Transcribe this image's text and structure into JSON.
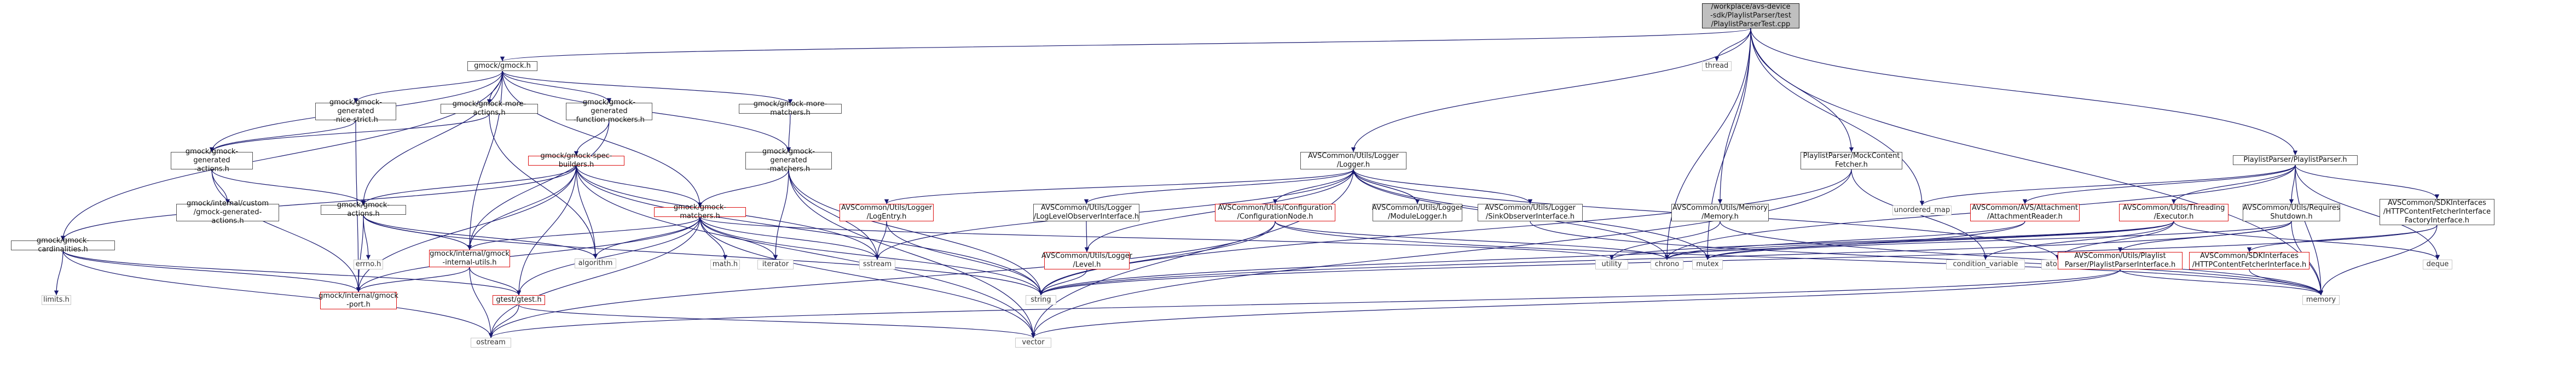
{
  "graph": {
    "nodes": [
      {
        "id": "root",
        "label": "/workplace/avs-device\n-sdk/PlaylistParser/test\n/PlaylistParserTest.cpp",
        "kind": "root"
      },
      {
        "id": "gmock",
        "label": "gmock/gmock.h",
        "kind": "normal"
      },
      {
        "id": "thread",
        "label": "thread",
        "kind": "none"
      },
      {
        "id": "gmock_nice_strict",
        "label": "gmock/gmock-generated\n-nice-strict.h",
        "kind": "normal"
      },
      {
        "id": "gmock_more_actions",
        "label": "gmock/gmock-more-actions.h",
        "kind": "normal"
      },
      {
        "id": "gmock_func_matchers",
        "label": "gmock/gmock-generated\n-function-mockers.h",
        "kind": "normal"
      },
      {
        "id": "gmock_more_matchers",
        "label": "gmock/gmock-more-matchers.h",
        "kind": "normal"
      },
      {
        "id": "gmock_gen_actions",
        "label": "gmock/gmock-generated\n-actions.h",
        "kind": "normal"
      },
      {
        "id": "gmock_spec_builders",
        "label": "gmock/gmock-spec-builders.h",
        "kind": "red"
      },
      {
        "id": "gmock_gen_matchers",
        "label": "gmock/gmock-generated\n-matchers.h",
        "kind": "normal"
      },
      {
        "id": "gmock_internal_custom_actions",
        "label": "gmock/internal/custom\n/gmock-generated-actions.h",
        "kind": "normal"
      },
      {
        "id": "gmock_actions",
        "label": "gmock/gmock-actions.h",
        "kind": "normal"
      },
      {
        "id": "gmock_matchers",
        "label": "gmock/gmock-matchers.h",
        "kind": "red"
      },
      {
        "id": "gmock_cardinalities",
        "label": "gmock/gmock-cardinalities.h",
        "kind": "normal"
      },
      {
        "id": "errno",
        "label": "errno.h",
        "kind": "none"
      },
      {
        "id": "gmock_internal_utils",
        "label": "gmock/internal/gmock\n-internal-utils.h",
        "kind": "red"
      },
      {
        "id": "algorithm",
        "label": "algorithm",
        "kind": "none"
      },
      {
        "id": "math",
        "label": "math.h",
        "kind": "none"
      },
      {
        "id": "iterator",
        "label": "iterator",
        "kind": "none"
      },
      {
        "id": "sstream",
        "label": "sstream",
        "kind": "none"
      },
      {
        "id": "limits",
        "label": "limits.h",
        "kind": "none"
      },
      {
        "id": "gmock_port",
        "label": "gmock/internal/gmock\n-port.h",
        "kind": "red"
      },
      {
        "id": "gtest",
        "label": "gtest/gtest.h",
        "kind": "red"
      },
      {
        "id": "string",
        "label": "string",
        "kind": "none"
      },
      {
        "id": "ostream",
        "label": "ostream",
        "kind": "none"
      },
      {
        "id": "vector",
        "label": "vector",
        "kind": "none"
      },
      {
        "id": "logger",
        "label": "AVSCommon/Utils/Logger\n/Logger.h",
        "kind": "normal"
      },
      {
        "id": "logentry",
        "label": "AVSCommon/Utils/Logger\n/LogEntry.h",
        "kind": "red"
      },
      {
        "id": "loglevelobserver",
        "label": "AVSCommon/Utils/Logger\n/LogLevelObserverInterface.h",
        "kind": "normal"
      },
      {
        "id": "level",
        "label": "AVSCommon/Utils/Logger\n/Level.h",
        "kind": "red"
      },
      {
        "id": "confignode",
        "label": "AVSCommon/Utils/Configuration\n/ConfigurationNode.h",
        "kind": "red"
      },
      {
        "id": "modulelogger",
        "label": "AVSCommon/Utils/Logger\n/ModuleLogger.h",
        "kind": "normal"
      },
      {
        "id": "sinkobserver",
        "label": "AVSCommon/Utils/Logger\n/SinkObserverInterface.h",
        "kind": "normal"
      },
      {
        "id": "utility",
        "label": "utility",
        "kind": "none"
      },
      {
        "id": "chrono",
        "label": "chrono",
        "kind": "none"
      },
      {
        "id": "mutex",
        "label": "mutex",
        "kind": "none"
      },
      {
        "id": "memory_util",
        "label": "AVSCommon/Utils/Memory\n/Memory.h",
        "kind": "normal"
      },
      {
        "id": "mockcontentfetcher",
        "label": "PlaylistParser/MockContent\nFetcher.h",
        "kind": "normal"
      },
      {
        "id": "unordered_map",
        "label": "unordered_map",
        "kind": "none"
      },
      {
        "id": "condition_variable",
        "label": "condition_variable",
        "kind": "none"
      },
      {
        "id": "atomic",
        "label": "atomic",
        "kind": "none"
      },
      {
        "id": "memory",
        "label": "memory",
        "kind": "none"
      },
      {
        "id": "playlistparser",
        "label": "PlaylistParser/PlaylistParser.h",
        "kind": "normal"
      },
      {
        "id": "attachmentreader",
        "label": "AVSCommon/AVS/Attachment\n/AttachmentReader.h",
        "kind": "red"
      },
      {
        "id": "threading_executor",
        "label": "AVSCommon/Utils/Threading\n/Executor.h",
        "kind": "red"
      },
      {
        "id": "requiresshutdown",
        "label": "AVSCommon/Utils/Requires\nShutdown.h",
        "kind": "normal"
      },
      {
        "id": "httpcontentfetcherfactory",
        "label": "AVSCommon/SDKInterfaces\n/HTTPContentFetcherInterface\nFactoryInterface.h",
        "kind": "normal"
      },
      {
        "id": "playlistparserinterface",
        "label": "AVSCommon/Utils/Playlist\nParser/PlaylistParserInterface.h",
        "kind": "red"
      },
      {
        "id": "httpcontentfetcherinterface",
        "label": "AVSCommon/SDKInterfaces\n/HTTPContentFetcherInterface.h",
        "kind": "red"
      },
      {
        "id": "deque",
        "label": "deque",
        "kind": "none"
      }
    ],
    "edges": [
      [
        "root",
        "gmock"
      ],
      [
        "root",
        "thread"
      ],
      [
        "root",
        "logger"
      ],
      [
        "root",
        "memory_util"
      ],
      [
        "root",
        "mockcontentfetcher"
      ],
      [
        "root",
        "unordered_map"
      ],
      [
        "root",
        "playlistparser"
      ],
      [
        "root",
        "chrono"
      ],
      [
        "root",
        "mutex"
      ],
      [
        "root",
        "memory"
      ],
      [
        "gmock",
        "gmock_nice_strict"
      ],
      [
        "gmock",
        "gmock_more_actions"
      ],
      [
        "gmock",
        "gmock_func_matchers"
      ],
      [
        "gmock",
        "gmock_more_matchers"
      ],
      [
        "gmock",
        "gmock_gen_actions"
      ],
      [
        "gmock",
        "gmock_actions"
      ],
      [
        "gmock",
        "gmock_matchers"
      ],
      [
        "gmock",
        "gmock_cardinalities"
      ],
      [
        "gmock",
        "gmock_internal_utils"
      ],
      [
        "gmock",
        "gmock_gen_matchers"
      ],
      [
        "gmock_nice_strict",
        "gmock_gen_actions"
      ],
      [
        "gmock_nice_strict",
        "gmock_port"
      ],
      [
        "gmock_more_actions",
        "gmock_gen_actions"
      ],
      [
        "gmock_more_actions",
        "algorithm"
      ],
      [
        "gmock_func_matchers",
        "gmock_spec_builders"
      ],
      [
        "gmock_func_matchers",
        "gmock_internal_utils"
      ],
      [
        "gmock_more_matchers",
        "gmock_gen_matchers"
      ],
      [
        "gmock_gen_actions",
        "gmock_internal_custom_actions"
      ],
      [
        "gmock_gen_actions",
        "gmock_actions"
      ],
      [
        "gmock_gen_actions",
        "gmock_port"
      ],
      [
        "gmock_spec_builders",
        "gmock_actions"
      ],
      [
        "gmock_spec_builders",
        "gmock_matchers"
      ],
      [
        "gmock_spec_builders",
        "gmock_cardinalities"
      ],
      [
        "gmock_spec_builders",
        "gmock_internal_utils"
      ],
      [
        "gmock_spec_builders",
        "gmock_port"
      ],
      [
        "gmock_spec_builders",
        "gtest"
      ],
      [
        "gmock_spec_builders",
        "algorithm"
      ],
      [
        "gmock_spec_builders",
        "sstream"
      ],
      [
        "gmock_spec_builders",
        "string"
      ],
      [
        "gmock_spec_builders",
        "vector"
      ],
      [
        "gmock_gen_matchers",
        "gmock_matchers"
      ],
      [
        "gmock_gen_matchers",
        "iterator"
      ],
      [
        "gmock_gen_matchers",
        "sstream"
      ],
      [
        "gmock_gen_matchers",
        "string"
      ],
      [
        "gmock_gen_matchers",
        "vector"
      ],
      [
        "gmock_actions",
        "errno"
      ],
      [
        "gmock_actions",
        "algorithm"
      ],
      [
        "gmock_actions",
        "string"
      ],
      [
        "gmock_actions",
        "gmock_internal_utils"
      ],
      [
        "gmock_actions",
        "gmock_port"
      ],
      [
        "gmock_matchers",
        "gmock_internal_utils"
      ],
      [
        "gmock_matchers",
        "gmock_port"
      ],
      [
        "gmock_matchers",
        "gtest"
      ],
      [
        "gmock_matchers",
        "algorithm"
      ],
      [
        "gmock_matchers",
        "math"
      ],
      [
        "gmock_matchers",
        "iterator"
      ],
      [
        "gmock_matchers",
        "sstream"
      ],
      [
        "gmock_matchers",
        "string"
      ],
      [
        "gmock_matchers",
        "ostream"
      ],
      [
        "gmock_matchers",
        "vector"
      ],
      [
        "gmock_matchers",
        "utility"
      ],
      [
        "gmock_cardinalities",
        "limits"
      ],
      [
        "gmock_cardinalities",
        "gmock_port"
      ],
      [
        "gmock_cardinalities",
        "gtest"
      ],
      [
        "gmock_cardinalities",
        "ostream"
      ],
      [
        "gmock_internal_utils",
        "gmock_port"
      ],
      [
        "gmock_internal_utils",
        "gtest"
      ],
      [
        "gmock_internal_utils",
        "ostream"
      ],
      [
        "gtest",
        "ostream"
      ],
      [
        "gtest",
        "vector"
      ],
      [
        "logger",
        "logentry"
      ],
      [
        "logger",
        "loglevelobserver"
      ],
      [
        "logger",
        "level"
      ],
      [
        "logger",
        "confignode"
      ],
      [
        "logger",
        "modulelogger"
      ],
      [
        "logger",
        "sinkobserver"
      ],
      [
        "logger",
        "chrono"
      ],
      [
        "logger",
        "mutex"
      ],
      [
        "logger",
        "sstream"
      ],
      [
        "logger",
        "vector"
      ],
      [
        "logger",
        "atomic"
      ],
      [
        "logentry",
        "sstream"
      ],
      [
        "logentry",
        "string"
      ],
      [
        "loglevelobserver",
        "level"
      ],
      [
        "level",
        "string"
      ],
      [
        "confignode",
        "chrono"
      ],
      [
        "confignode",
        "string"
      ],
      [
        "confignode",
        "ostream"
      ],
      [
        "confignode",
        "memory"
      ],
      [
        "modulelogger",
        "logger"
      ],
      [
        "sinkobserver",
        "memory"
      ],
      [
        "memory_util",
        "memory"
      ],
      [
        "memory_util",
        "utility"
      ],
      [
        "mockcontentfetcher",
        "string"
      ],
      [
        "mockcontentfetcher",
        "vector"
      ],
      [
        "mockcontentfetcher",
        "condition_variable"
      ],
      [
        "playlistparser",
        "unordered_map"
      ],
      [
        "playlistparser",
        "attachmentreader"
      ],
      [
        "playlistparser",
        "threading_executor"
      ],
      [
        "playlistparser",
        "requiresshutdown"
      ],
      [
        "playlistparser",
        "httpcontentfetcherfactory"
      ],
      [
        "playlistparser",
        "deque"
      ],
      [
        "playlistparser",
        "memory"
      ],
      [
        "playlistparser",
        "chrono"
      ],
      [
        "attachmentreader",
        "chrono"
      ],
      [
        "attachmentreader",
        "string"
      ],
      [
        "threading_executor",
        "chrono"
      ],
      [
        "threading_executor",
        "condition_variable"
      ],
      [
        "threading_executor",
        "mutex"
      ],
      [
        "threading_executor",
        "utility"
      ],
      [
        "threading_executor",
        "atomic"
      ],
      [
        "threading_executor",
        "deque"
      ],
      [
        "requiresshutdown",
        "string"
      ],
      [
        "requiresshutdown",
        "memory"
      ],
      [
        "requiresshutdown",
        "mutex"
      ],
      [
        "requiresshutdown",
        "playlistparserinterface"
      ],
      [
        "httpcontentfetcherfactory",
        "memory"
      ],
      [
        "httpcontentfetcherfactory",
        "httpcontentfetcherinterface"
      ],
      [
        "httpcontentfetcherfactory",
        "string"
      ],
      [
        "playlistparserinterface",
        "memory"
      ],
      [
        "playlistparserinterface",
        "ostream"
      ],
      [
        "playlistparserinterface",
        "vector"
      ],
      [
        "httpcontentfetcherinterface",
        "memory"
      ]
    ]
  }
}
